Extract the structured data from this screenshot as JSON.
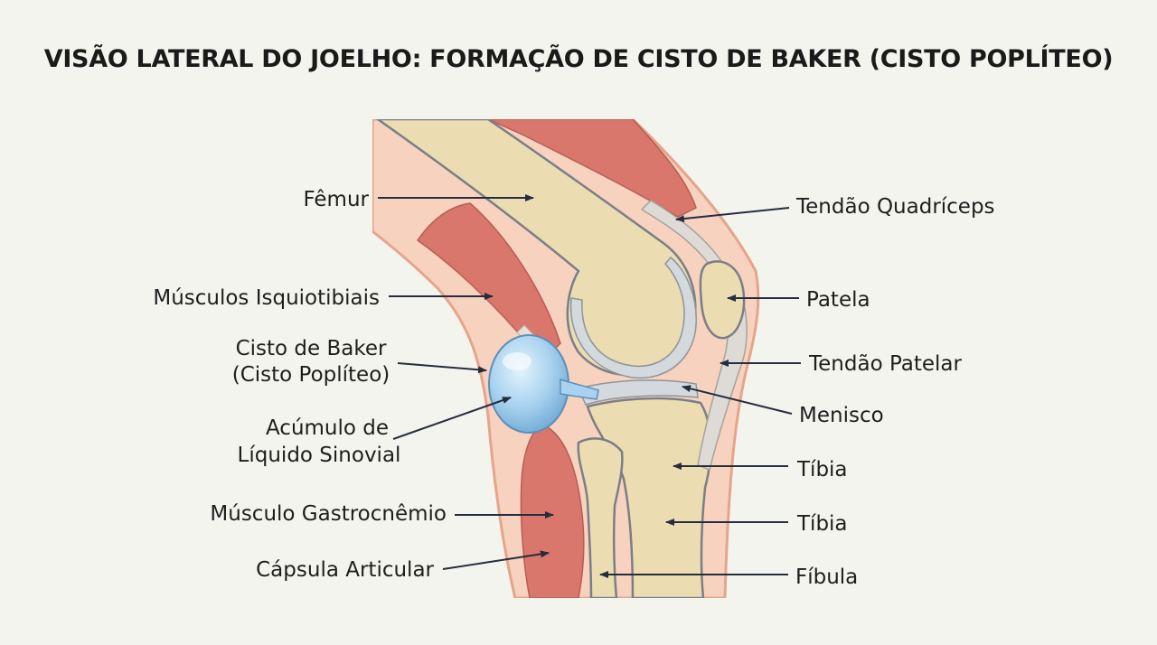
{
  "title": "VISÃO LATERAL DO JOELHO: FORMAÇÃO DE CISTO DE BAKER (CISTO POPLÍTEO)",
  "labels": {
    "femur": "Fêmur",
    "hamstrings": "Músculos Isquiotibiais",
    "cyst_line1": "Cisto de Baker",
    "cyst_line2": "(Cisto Poplíteo)",
    "fluid_line1": "Acúmulo de",
    "fluid_line2": "Líquido Sinovial",
    "gastrocnemius": "Músculo Gastrocnêmio",
    "capsule": "Cápsula Articular",
    "quad_tendon": "Tendão Quadríceps",
    "patella": "Patela",
    "patellar_tendon": "Tendão Patelar",
    "meniscus": "Menisco",
    "tibia_1": "Tíbia",
    "tibia_2": "Tíbia",
    "fibula": "Fíbula"
  },
  "colors": {
    "background": "#f4f4ef",
    "skin": "#f6d2bf",
    "muscle": "#d9776d",
    "bone": "#ecdcb2",
    "cartilage": "#d3d9dd",
    "cyst": "#a8d2ef",
    "pointer": "#262d3d"
  }
}
